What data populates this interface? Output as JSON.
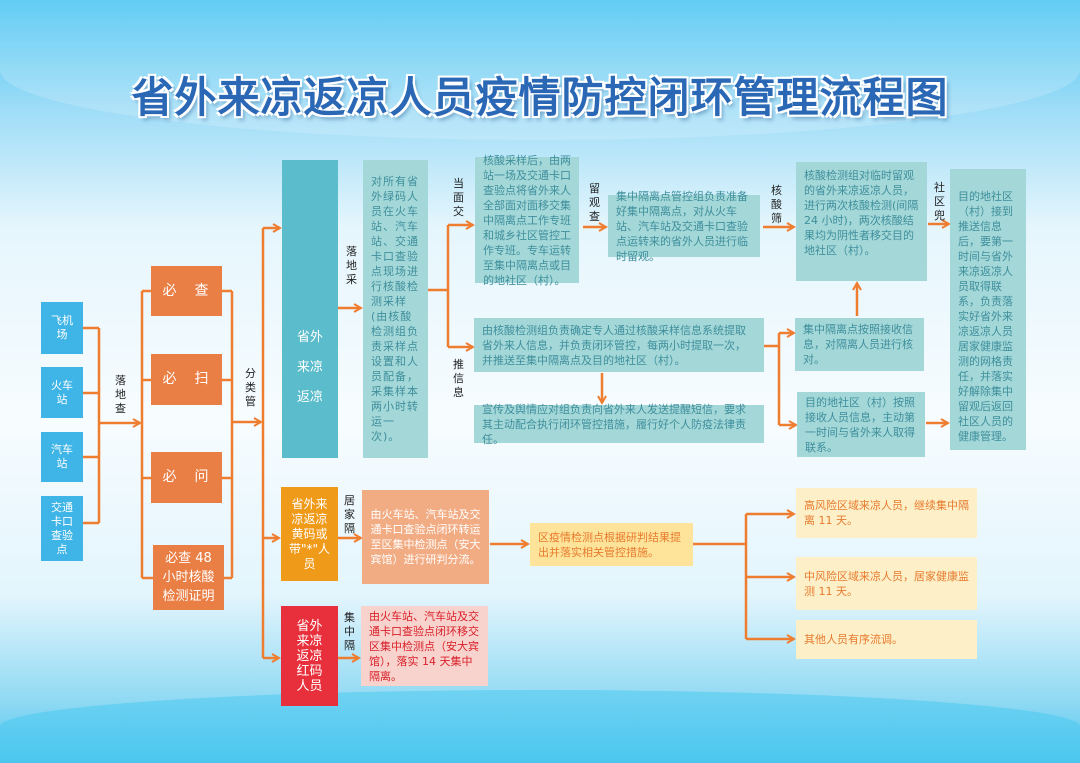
{
  "title": "省外来凉返凉人员疫情防控闭环管理流程图",
  "entry_points": [
    "飞机场",
    "火车站",
    "汽车站",
    "交通卡口查验点"
  ],
  "labels": {
    "landing_check": "落地查",
    "classify": "分类管",
    "landing_sample": "落地采",
    "face_handover": "当面交",
    "push_info": "推信息",
    "observe": "留观查",
    "nucleic_screen": "核酸筛",
    "community": "社区兜",
    "home_isolation": "居家隔",
    "central_isolation": "集中隔"
  },
  "checks": [
    "必　查",
    "必　扫",
    "必　问",
    "必查 48 小时核酸检测证明"
  ],
  "groups": {
    "green": "省外\n\n来凉\n\n返凉",
    "yellow": "省外来凉返凉黄码或带\"*\"人员",
    "red": "省外来凉返凉红码人员"
  },
  "steps": {
    "sampling": "对所有省外绿码人员在火车站、汽车站、交通卡口查验点现场进行核酸检测采样(由核酸检测组负责采样点设置和人员配备，采集样本两小时转运一次)。",
    "handover": "核酸采样后，由两站一场及交通卡口查验点将省外来人全部面对面移交集中隔离点工作专班和城乡社区管控工作专班。专车运转至集中隔离点或目的地社区（村）。",
    "observation": "集中隔离点管控组负责准备好集中隔离点，对从火车站、汽车站及交通卡口查验点运转来的省外人员进行临时留观。",
    "screening": "核酸检测组对临时留观的省外来凉返凉人员，进行两次核酸检测(间隔 24 小时)，两次核酸结果均为阴性者移交目的地社区（村）。",
    "community_final": "目的地社区（村）接到推送信息后，要第一时间与省外来凉返凉人员取得联系，负责落实好省外来凉返凉人员居家健康监测的网格责任，并落实好解除集中留观后返回社区人员的健康管理。",
    "push": "由核酸检测组负责确定专人通过核酸采样信息系统提取省外来人信息，并负责闭环管控，每两小时提取一次，并推送至集中隔离点及目的地社区（村）。",
    "publicity": "宣传及舆情应对组负责向省外来人发送提醒短信，要求其主动配合执行闭环管控措施，履行好个人防疫法律责任。",
    "isolation_check": "集中隔离点按照接收信息，对隔离人员进行核对。",
    "community_contact": "目的地社区（村）按照接收人员信息，主动第一时间与省外来人取得联系。",
    "yellow_transfer": "由火车站、汽车站及交通卡口查验点闭环转运至区集中检测点（安大宾馆）进行研判分流。",
    "district_decision": "区疫情检测点根据研判结果提出并落实相关管控措施。",
    "high_risk": "高风险区域来凉人员，继续集中隔离 11 天。",
    "mid_risk": "中风险区域来凉人员，居家健康监测 11 天。",
    "others": "其他人员有序流调。",
    "red_transfer": "由火车站、汽车站及交通卡口查验点闭环移交区集中检测点（安大宾馆），落实 14 天集中隔离。"
  },
  "colors": {
    "arrow": "#ef7d30",
    "blue": "#3fb4e6",
    "orange": "#ea7f46",
    "teal_dark": "#5bbccb",
    "teal": "#a3d7d8",
    "yellow": "#f09a1a",
    "red": "#e8303c",
    "title": "#2a68b6"
  }
}
